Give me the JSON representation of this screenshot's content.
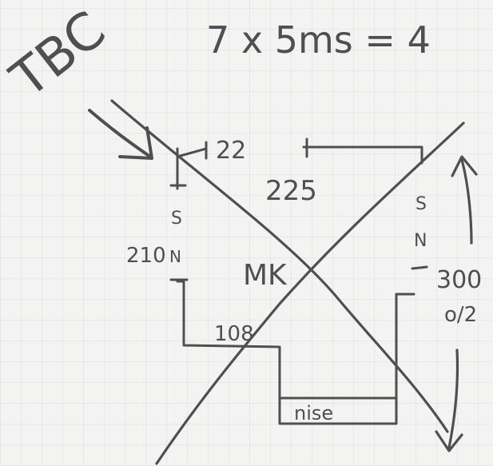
{
  "note": {
    "corner_label": "TBC",
    "formula": "7 x 5ms = 4",
    "room": {
      "top_left_dim": "22",
      "top_width": "225",
      "left_height": "210",
      "left_height_marker": "S",
      "left_height_marker_bottom": "N",
      "right_marker_top": "S",
      "right_marker_bottom": "N",
      "center_label": "MK",
      "step_dim": "108",
      "bottom_label": "nise",
      "right_dim": "300",
      "right_dim_sub": "o/2"
    }
  },
  "colors": {
    "ink": "#4f4f53",
    "paper": "#f3f3f1"
  }
}
